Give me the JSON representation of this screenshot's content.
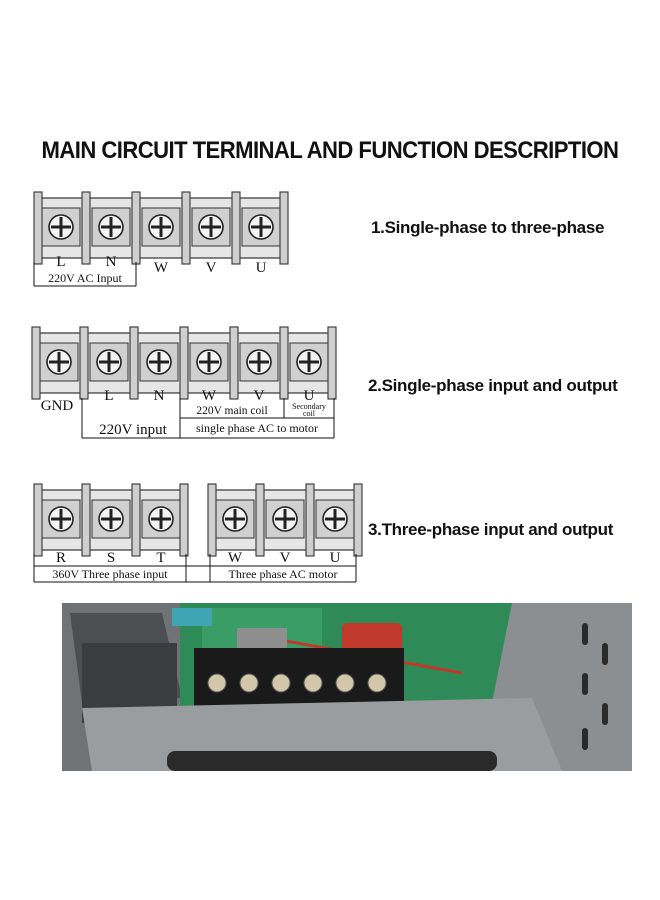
{
  "title": "MAIN CIRCUIT TERMINAL AND FUNCTION DESCRIPTION",
  "sections": [
    {
      "description": "1.Single-phase to three-phase",
      "terminals": [
        "L",
        "N",
        "W",
        "V",
        "U"
      ],
      "group_labels": [
        "220V  AC  Input"
      ]
    },
    {
      "description": "2.Single-phase input and output",
      "terminals": [
        "GND",
        "L",
        "N",
        "W",
        "V",
        "U"
      ],
      "group_labels": [
        "220V  input",
        "220V main coil",
        "Secondary",
        "coil",
        "single phase AC to motor"
      ]
    },
    {
      "description": "3.Three-phase input and output",
      "terminals": [
        "R",
        "S",
        "T",
        "W",
        "V",
        "U"
      ],
      "group_labels": [
        "360V Three phase input",
        "Three phase AC motor"
      ]
    }
  ],
  "colors": {
    "terminal_fill": "#d6d6d6",
    "terminal_stroke": "#333333",
    "pcb_green": "#2e8b57",
    "housing_gray": "#8c8f92"
  }
}
